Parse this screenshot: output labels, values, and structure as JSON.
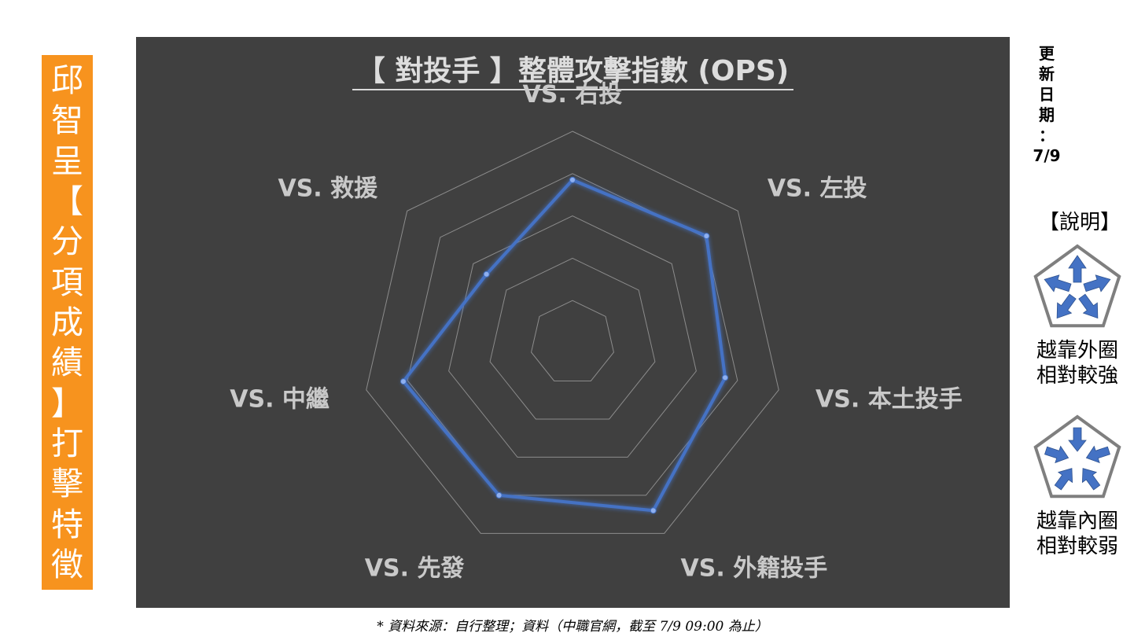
{
  "banner": {
    "chars": [
      "邱",
      "智",
      "呈",
      "【",
      "分",
      "項",
      "成",
      "績",
      "】",
      "打",
      "擊",
      "特",
      "徵"
    ]
  },
  "chart_data": {
    "type": "radar",
    "title": "【 對投手 】整體攻擊指數 (OPS)",
    "categories": [
      "VS. 右投",
      "VS. 左投",
      "VS. 本土投手",
      "VS. 外籍投手",
      "VS. 先發",
      "VS. 中繼",
      "VS. 救援"
    ],
    "series": [
      {
        "values": [
          0.77,
          0.81,
          0.74,
          0.88,
          0.8,
          0.82,
          0.52
        ],
        "color": "#4472c4"
      }
    ],
    "range": [
      0,
      1
    ],
    "grid_levels": 5
  },
  "update": {
    "chars": [
      "更",
      "新",
      "日",
      "期",
      "：",
      "7/9"
    ]
  },
  "legend": {
    "title": "【說明】",
    "outer_line1": "越靠外圈",
    "outer_line2": "相對較強",
    "inner_line1": "越靠內圈",
    "inner_line2": "相對較弱",
    "arrow_color": "#4472c4"
  },
  "source": "* 資料來源：自行整理；資料（中職官網，截至 7/9 09:00 為止）"
}
